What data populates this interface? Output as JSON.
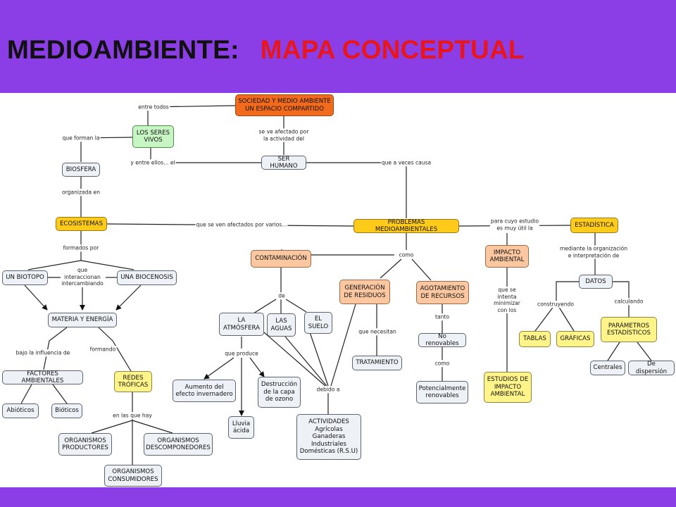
{
  "title": {
    "part1": "MEDIOAMBIENTE:",
    "part2": "MAPA CONCEPTUAL"
  },
  "colors": {
    "header_bg": "#8c3ee6",
    "title_dark": "#111111",
    "title_red": "#e8161b",
    "orange": "#f26a1c",
    "yellow": "#ffcb1a",
    "light_yellow": "#fff48a",
    "peach": "#fbc7a0",
    "green": "#c8f5c4",
    "grey": "#eef2f7"
  },
  "nodes": {
    "sociedad": "SOCIEDAD Y MEDIO AMBIENTE\nUN ESPACIO COMPARTIDO",
    "seres_vivos": "LOS SERES\nVIVOS",
    "ser_humano": "SER HUMANO",
    "biosfera": "BIOSFERA",
    "ecosistemas": "ECOSISTEMAS",
    "problemas": "PROBLEMAS MEDIOAMBIENTALES",
    "estadistica": "ESTADÍSTICA",
    "biotopo": "UN BIOTOPO",
    "biocenosis": "UNA BIOCENOSIS",
    "materia": "MATERIA Y ENERGÍA",
    "factores": "FACTORES AMBIENTALES",
    "redes": "REDES\nTRÓFICAS",
    "abioticos": "Abióticos",
    "bioticos": "Bióticos",
    "productores": "ORGANISMOS\nPRODUCTORES",
    "descomponedores": "ORGANISMOS\nDESCOMPONEDORES",
    "consumidores": "ORGANISMOS\nCONSUMIDORES",
    "contaminacion": "CONTAMINACIÓN",
    "residuos": "GENERACIÓN\nDE RESIDUOS",
    "agotamiento": "AGOTAMIENTO\nDE RECURSOS",
    "impacto": "IMPACTO\nAMBIENTAL",
    "atmosfera": "LA\nATMÓSFERA",
    "aguas": "LAS\nAGUAS",
    "suelo": "EL\nSUELO",
    "invernadero": "Aumento del\nefecto invernadero",
    "ozono": "Destrucción\nde la capa\nde ozono",
    "lluvia": "Lluvia\nácida",
    "actividades": "ACTIVIDADES\nAgrícolas\nGanaderas\nIndustriales\nDomésticas (R.S.U)",
    "tratamiento": "TRATAMIENTO",
    "no_renovables": "No renovables",
    "pot_renovables": "Potencialmente\nrenovables",
    "estudios": "ESTUDIOS DE\nIMPACTO\nAMBIENTAL",
    "datos": "DATOS",
    "tablas": "TABLAS",
    "graficas": "GRÁFICAS",
    "parametros": "PARÁMETROS\nESTADÍSTICOS",
    "centrales": "Centrales",
    "dispersion": "De dispersión"
  },
  "links": {
    "entre_todos": "entre todos",
    "se_ve_afectado": "se ve afectado por\nla actividad del",
    "que_forman_la": "que forman la",
    "y_entre_ellos": "y entre ellos... el",
    "que_a_veces": "que a veces causa",
    "organizada_en": "organizada en",
    "afectados_por_varios": "que se ven afectados por varios...",
    "para_cuyo_estudio": "para cuyo estudio\nes muy útil la",
    "formados_por": "formados por",
    "interaccionan": "que\ninteraccionan\nintercambiando",
    "como": "como",
    "mediante": "mediante la organización\ne interpretación de",
    "de": "de",
    "que_se_intenta": "que se\nintenta\nminimizar\ncon los",
    "tanto": "tanto",
    "como2": "como",
    "construyendo": "construyendo",
    "calculando": "calculando",
    "que_necesitan": "que necesitan",
    "que_produce": "que produce",
    "debido_a": "debido a",
    "bajo_influencia": "bajo la influencia de",
    "formando": "formando",
    "en_las_que_hay": "en las que hay"
  }
}
